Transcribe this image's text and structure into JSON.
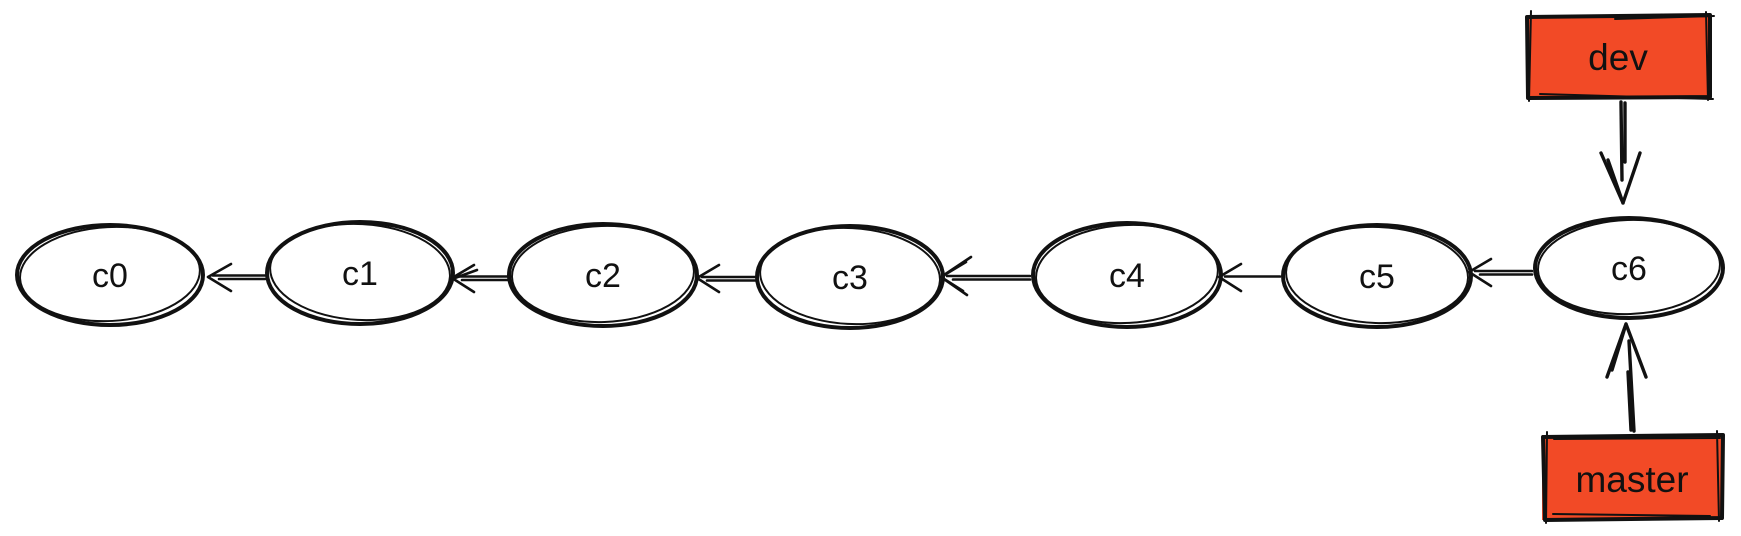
{
  "diagram": {
    "type": "git-commit-graph",
    "background_color": "#ffffff",
    "stroke_color": "#111111",
    "branch_fill": "#f24a26",
    "nodes": [
      {
        "id": "c0",
        "label": "c0"
      },
      {
        "id": "c1",
        "label": "c1"
      },
      {
        "id": "c2",
        "label": "c2"
      },
      {
        "id": "c3",
        "label": "c3"
      },
      {
        "id": "c4",
        "label": "c4"
      },
      {
        "id": "c5",
        "label": "c5"
      },
      {
        "id": "c6",
        "label": "c6"
      }
    ],
    "edges": [
      {
        "from": "c1",
        "to": "c0"
      },
      {
        "from": "c2",
        "to": "c1"
      },
      {
        "from": "c3",
        "to": "c2"
      },
      {
        "from": "c4",
        "to": "c3"
      },
      {
        "from": "c5",
        "to": "c4"
      },
      {
        "from": "c6",
        "to": "c5"
      }
    ],
    "branches": [
      {
        "label": "dev",
        "points_to": "c6",
        "arrow_direction": "down"
      },
      {
        "label": "master",
        "points_to": "c6",
        "arrow_direction": "up"
      }
    ]
  }
}
